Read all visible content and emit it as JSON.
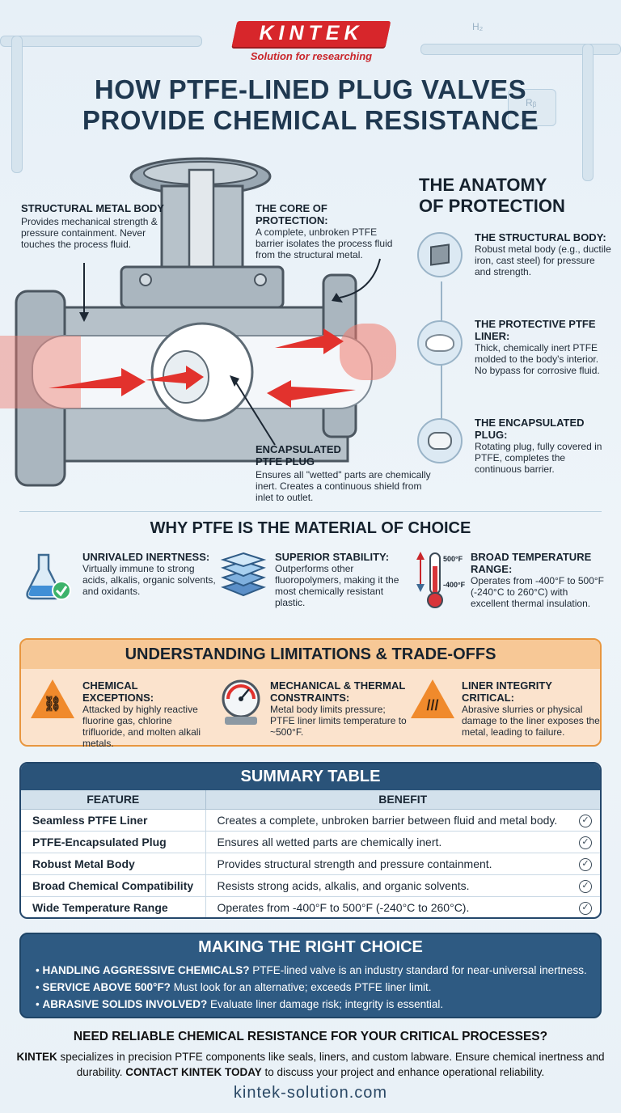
{
  "brand": {
    "name": "KINTEK",
    "tagline": "Solution for researching",
    "accent": "#d7262b"
  },
  "title": {
    "line1": "HOW PTFE-LINED PLUG VALVES",
    "line2": "PROVIDE CHEMICAL RESISTANCE"
  },
  "diagram": {
    "body_title": "STRUCTURAL METAL BODY",
    "body_text": "Provides mechanical strength & pressure containment. Never touches the process fluid.",
    "core_title": "THE CORE OF PROTECTION:",
    "core_text": "A complete, unbroken PTFE barrier isolates the process fluid from the structural metal.",
    "plug_title": "ENCAPSULATED PTFE PLUG",
    "plug_text": "Ensures all \"wetted\" parts are chemically inert. Creates a continuous shield from inlet to outlet."
  },
  "anatomy": {
    "title_line1": "THE ANATOMY",
    "title_line2": "OF PROTECTION",
    "items": [
      {
        "title": "THE STRUCTURAL BODY:",
        "text": "Robust metal body (e.g., ductile iron, cast steel) for pressure and strength."
      },
      {
        "title": "THE PROTECTIVE PTFE LINER:",
        "text": "Thick, chemically inert PTFE molded to the body's interior. No bypass for corrosive fluid."
      },
      {
        "title": "THE ENCAPSULATED PLUG:",
        "text": "Rotating plug, fully covered in PTFE, completes the continuous barrier."
      }
    ]
  },
  "why": {
    "title": "WHY PTFE IS THE MATERIAL OF CHOICE",
    "items": [
      {
        "title": "UNRIVALED INERTNESS:",
        "text": "Virtually immune to strong acids, alkalis, organic solvents, and oxidants."
      },
      {
        "title": "SUPERIOR STABILITY:",
        "text": "Outperforms other fluoropolymers, making it the most chemically resistant plastic."
      },
      {
        "title": "BROAD TEMPERATURE RANGE:",
        "text": "Operates from -400°F to 500°F (-240°C to 260°C) with excellent thermal insulation."
      }
    ],
    "thermo_high": "500°F",
    "thermo_low": "-400°F"
  },
  "limitations": {
    "title": "UNDERSTANDING LIMITATIONS & TRADE-OFFS",
    "items": [
      {
        "title": "CHEMICAL EXCEPTIONS:",
        "text": "Attacked by highly reactive fluorine gas, chlorine trifluoride, and molten alkali metals."
      },
      {
        "title": "MECHANICAL & THERMAL CONSTRAINTS:",
        "text": "Metal body limits pressure; PTFE liner limits temperature to ~500°F."
      },
      {
        "title": "LINER INTEGRITY CRITICAL:",
        "text": "Abrasive slurries or physical damage to the liner exposes the metal, leading to failure."
      }
    ]
  },
  "summary": {
    "title": "SUMMARY TABLE",
    "col_feature": "FEATURE",
    "col_benefit": "BENEFIT",
    "rows": [
      {
        "feature": "Seamless PTFE Liner",
        "benefit": "Creates a complete, unbroken barrier between fluid and metal body."
      },
      {
        "feature": "PTFE-Encapsulated Plug",
        "benefit": "Ensures all wetted parts are chemically inert."
      },
      {
        "feature": "Robust Metal Body",
        "benefit": "Provides structural strength and pressure containment."
      },
      {
        "feature": "Broad Chemical Compatibility",
        "benefit": "Resists strong acids, alkalis, and organic solvents."
      },
      {
        "feature": "Wide Temperature Range",
        "benefit": "Operates from -400°F to 500°F (-240°C to 260°C)."
      }
    ],
    "check_glyph": "✓"
  },
  "choice": {
    "title": "MAKING THE RIGHT CHOICE",
    "items": [
      {
        "bold": "HANDLING AGGRESSIVE CHEMICALS?",
        "text": " PTFE-lined valve is an industry standard for near-universal inertness."
      },
      {
        "bold": "SERVICE ABOVE 500°F?",
        "text": " Must look for an alternative; exceeds PTFE liner limit."
      },
      {
        "bold": "ABRASIVE SOLIDS INVOLVED?",
        "text": " Evaluate liner damage risk; integrity is essential."
      }
    ]
  },
  "cta": {
    "title": "NEED RELIABLE CHEMICAL RESISTANCE FOR YOUR CRITICAL PROCESSES?",
    "brand": "KINTEK",
    "text1": " specializes in precision PTFE components like seals, liners, and custom labware. Ensure chemical inertness and durability. ",
    "contact": "CONTACT KINTEK TODAY",
    "text2": " to discuss your project and enhance operational reliability.",
    "website": "kintek-solution.com"
  },
  "decor": {
    "h2_label": "H₂",
    "r_label": "Rᵦ"
  }
}
